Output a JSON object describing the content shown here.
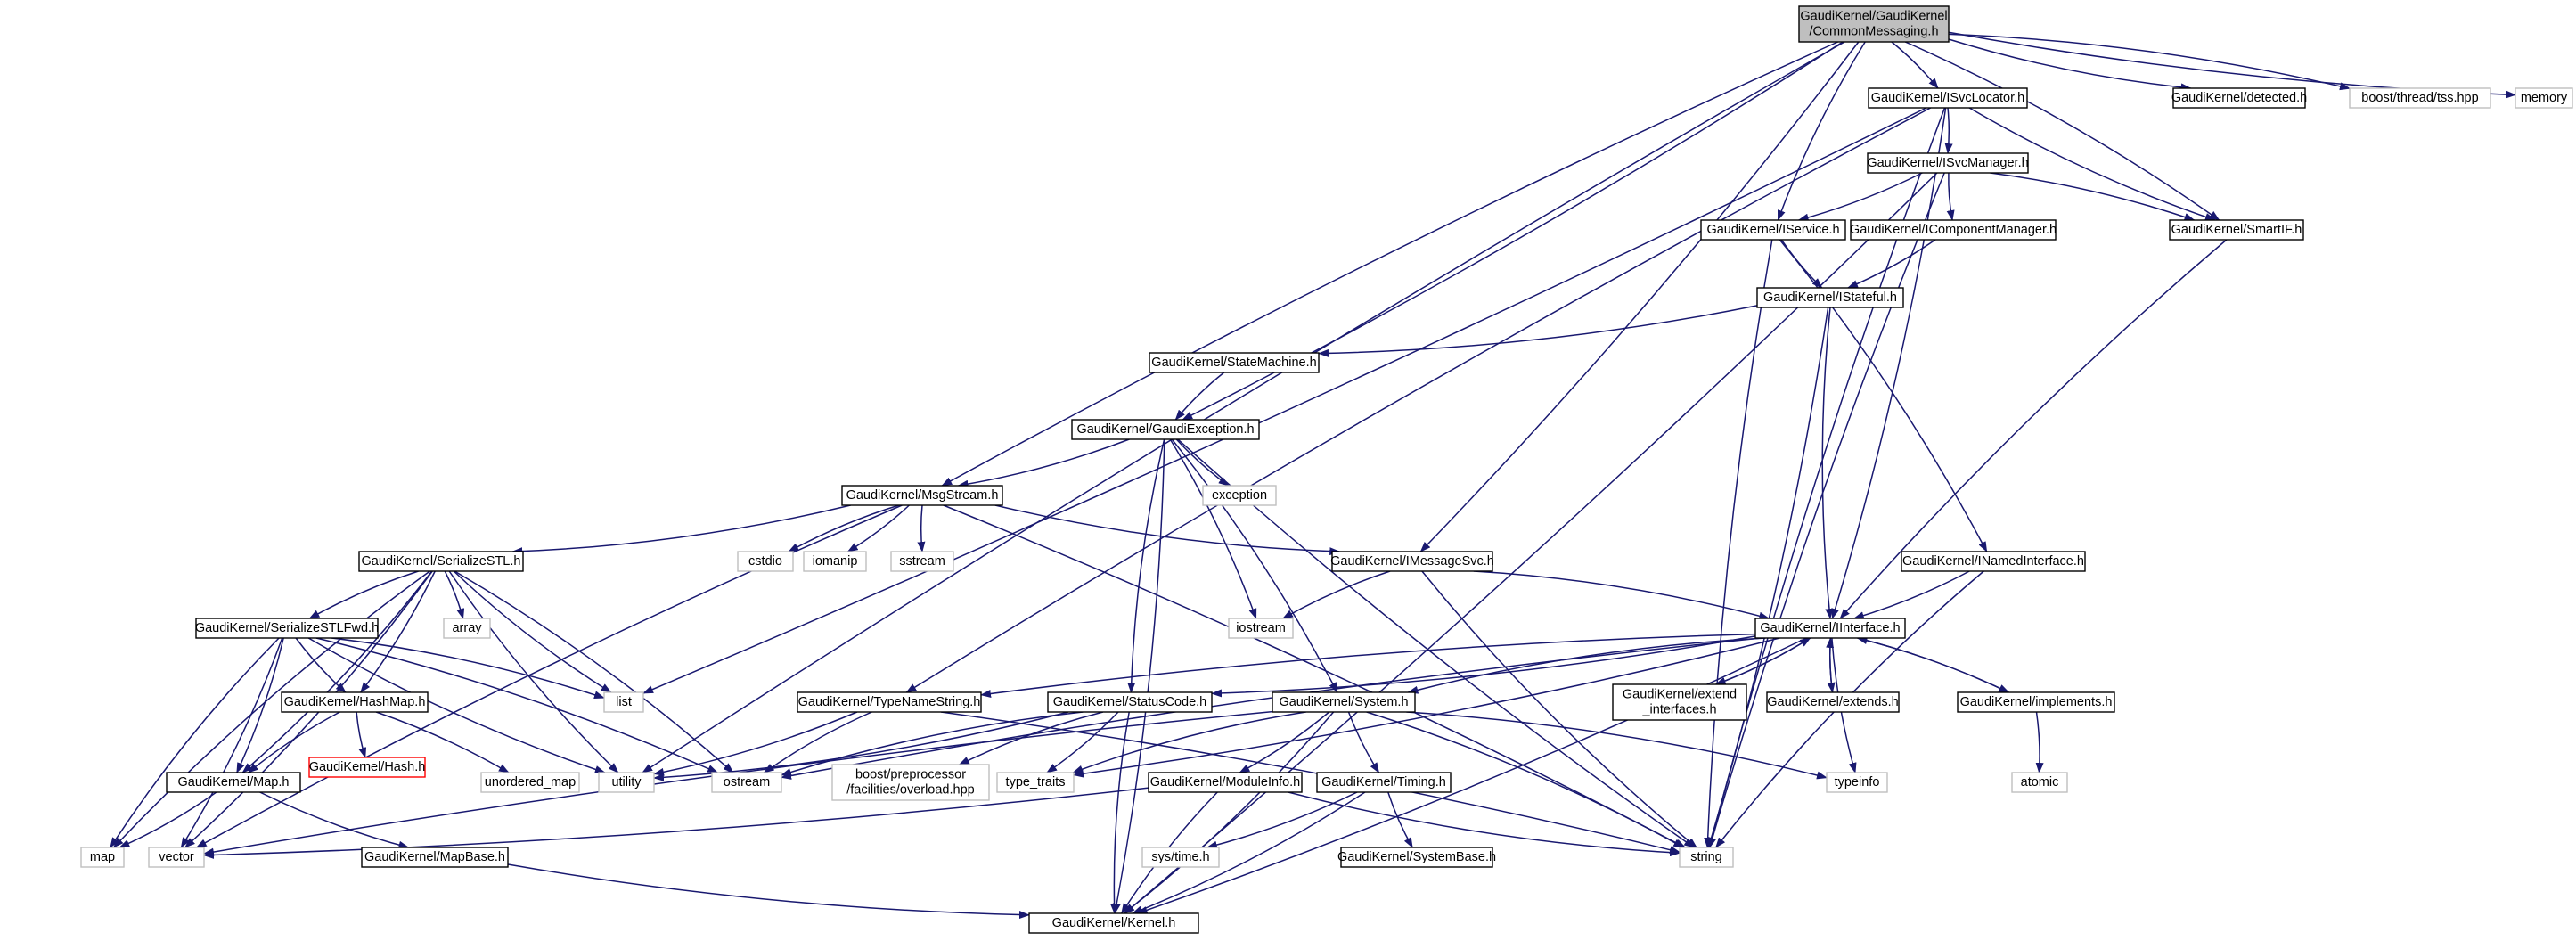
{
  "colors": {
    "background": "#ffffff",
    "edge": "#191970",
    "node_border_header": "#000000",
    "node_border_system": "#bfbfbf",
    "node_border_missing": "#ff0000",
    "root_fill": "#bfbfbf",
    "node_fill": "#ffffff",
    "text": "#000000"
  },
  "nodes": [
    {
      "id": "root",
      "lines": [
        "GaudiKernel/GaudiKernel",
        "/CommonMessaging.h"
      ],
      "kind": "root"
    },
    {
      "id": "isvclocator",
      "lines": [
        "GaudiKernel/ISvcLocator.h"
      ],
      "kind": "header"
    },
    {
      "id": "detected",
      "lines": [
        "GaudiKernel/detected.h"
      ],
      "kind": "header"
    },
    {
      "id": "threadtss",
      "lines": [
        "boost/thread/tss.hpp"
      ],
      "kind": "system"
    },
    {
      "id": "memory",
      "lines": [
        "memory"
      ],
      "kind": "system"
    },
    {
      "id": "isvcmanager",
      "lines": [
        "GaudiKernel/ISvcManager.h"
      ],
      "kind": "header"
    },
    {
      "id": "iservice",
      "lines": [
        "GaudiKernel/IService.h"
      ],
      "kind": "header"
    },
    {
      "id": "icomponentmanager",
      "lines": [
        "GaudiKernel/IComponentManager.h"
      ],
      "kind": "header"
    },
    {
      "id": "smartif",
      "lines": [
        "GaudiKernel/SmartIF.h"
      ],
      "kind": "header"
    },
    {
      "id": "istateful",
      "lines": [
        "GaudiKernel/IStateful.h"
      ],
      "kind": "header"
    },
    {
      "id": "statemachine",
      "lines": [
        "GaudiKernel/StateMachine.h"
      ],
      "kind": "header"
    },
    {
      "id": "gaudiexception",
      "lines": [
        "GaudiKernel/GaudiException.h"
      ],
      "kind": "header"
    },
    {
      "id": "exception",
      "lines": [
        "exception"
      ],
      "kind": "system"
    },
    {
      "id": "msgstream",
      "lines": [
        "GaudiKernel/MsgStream.h"
      ],
      "kind": "header"
    },
    {
      "id": "cstdio",
      "lines": [
        "cstdio"
      ],
      "kind": "system"
    },
    {
      "id": "iomanip",
      "lines": [
        "iomanip"
      ],
      "kind": "system"
    },
    {
      "id": "sstream",
      "lines": [
        "sstream"
      ],
      "kind": "system"
    },
    {
      "id": "serializestl",
      "lines": [
        "GaudiKernel/SerializeSTL.h"
      ],
      "kind": "header"
    },
    {
      "id": "imessagesvc",
      "lines": [
        "GaudiKernel/IMessageSvc.h"
      ],
      "kind": "header"
    },
    {
      "id": "inamedinterface",
      "lines": [
        "GaudiKernel/INamedInterface.h"
      ],
      "kind": "header"
    },
    {
      "id": "array",
      "lines": [
        "array"
      ],
      "kind": "system"
    },
    {
      "id": "serializestlfwd",
      "lines": [
        "GaudiKernel/SerializeSTLFwd.h"
      ],
      "kind": "header"
    },
    {
      "id": "iostream",
      "lines": [
        "iostream"
      ],
      "kind": "system"
    },
    {
      "id": "iinterface",
      "lines": [
        "GaudiKernel/IInterface.h"
      ],
      "kind": "header"
    },
    {
      "id": "list",
      "lines": [
        "list"
      ],
      "kind": "system"
    },
    {
      "id": "hashmap",
      "lines": [
        "GaudiKernel/HashMap.h"
      ],
      "kind": "header"
    },
    {
      "id": "typenamestring",
      "lines": [
        "GaudiKernel/TypeNameString.h"
      ],
      "kind": "header"
    },
    {
      "id": "statuscode",
      "lines": [
        "GaudiKernel/StatusCode.h"
      ],
      "kind": "header"
    },
    {
      "id": "system",
      "lines": [
        "GaudiKernel/System.h"
      ],
      "kind": "header"
    },
    {
      "id": "extend_interfaces",
      "lines": [
        "GaudiKernel/extend",
        "_interfaces.h"
      ],
      "kind": "header"
    },
    {
      "id": "extends",
      "lines": [
        "GaudiKernel/extends.h"
      ],
      "kind": "header"
    },
    {
      "id": "implements",
      "lines": [
        "GaudiKernel/implements.h"
      ],
      "kind": "header"
    },
    {
      "id": "hash",
      "lines": [
        "GaudiKernel/Hash.h"
      ],
      "kind": "missing"
    },
    {
      "id": "unordered_map",
      "lines": [
        "unordered_map"
      ],
      "kind": "system"
    },
    {
      "id": "utility",
      "lines": [
        "utility"
      ],
      "kind": "system"
    },
    {
      "id": "ostream",
      "lines": [
        "ostream"
      ],
      "kind": "system"
    },
    {
      "id": "overload",
      "lines": [
        "boost/preprocessor",
        "/facilities/overload.hpp"
      ],
      "kind": "system"
    },
    {
      "id": "type_traits",
      "lines": [
        "type_traits"
      ],
      "kind": "system"
    },
    {
      "id": "typeinfo",
      "lines": [
        "typeinfo"
      ],
      "kind": "system"
    },
    {
      "id": "atomic",
      "lines": [
        "atomic"
      ],
      "kind": "system"
    },
    {
      "id": "mapheader",
      "lines": [
        "GaudiKernel/Map.h"
      ],
      "kind": "header"
    },
    {
      "id": "moduleinfo",
      "lines": [
        "GaudiKernel/ModuleInfo.h"
      ],
      "kind": "header"
    },
    {
      "id": "timing",
      "lines": [
        "GaudiKernel/Timing.h"
      ],
      "kind": "header"
    },
    {
      "id": "map",
      "lines": [
        "map"
      ],
      "kind": "system"
    },
    {
      "id": "vector",
      "lines": [
        "vector"
      ],
      "kind": "system"
    },
    {
      "id": "mapbase",
      "lines": [
        "GaudiKernel/MapBase.h"
      ],
      "kind": "header"
    },
    {
      "id": "systime",
      "lines": [
        "sys/time.h"
      ],
      "kind": "system"
    },
    {
      "id": "systembase",
      "lines": [
        "GaudiKernel/SystemBase.h"
      ],
      "kind": "header"
    },
    {
      "id": "string",
      "lines": [
        "string"
      ],
      "kind": "system"
    },
    {
      "id": "kernel",
      "lines": [
        "GaudiKernel/Kernel.h"
      ],
      "kind": "header"
    }
  ],
  "edges": [
    [
      "root",
      "isvclocator"
    ],
    [
      "root",
      "detected"
    ],
    [
      "root",
      "threadtss"
    ],
    [
      "root",
      "memory"
    ],
    [
      "root",
      "smartif"
    ],
    [
      "root",
      "iservice"
    ],
    [
      "root",
      "gaudiexception"
    ],
    [
      "root",
      "msgstream"
    ],
    [
      "root",
      "imessagesvc"
    ],
    [
      "root",
      "utility"
    ],
    [
      "isvclocator",
      "isvcmanager"
    ],
    [
      "isvclocator",
      "smartif"
    ],
    [
      "isvclocator",
      "iinterface"
    ],
    [
      "isvclocator",
      "string"
    ],
    [
      "isvclocator",
      "list"
    ],
    [
      "isvclocator",
      "typenamestring"
    ],
    [
      "isvcmanager",
      "iservice"
    ],
    [
      "isvcmanager",
      "icomponentmanager"
    ],
    [
      "isvcmanager",
      "smartif"
    ],
    [
      "isvcmanager",
      "string"
    ],
    [
      "isvcmanager",
      "kernel"
    ],
    [
      "iservice",
      "istateful"
    ],
    [
      "iservice",
      "inamedinterface"
    ],
    [
      "iservice",
      "string"
    ],
    [
      "icomponentmanager",
      "istateful"
    ],
    [
      "smartif",
      "iinterface"
    ],
    [
      "istateful",
      "statemachine"
    ],
    [
      "istateful",
      "iinterface"
    ],
    [
      "istateful",
      "string"
    ],
    [
      "statemachine",
      "gaudiexception"
    ],
    [
      "gaudiexception",
      "msgstream"
    ],
    [
      "gaudiexception",
      "exception"
    ],
    [
      "gaudiexception",
      "iostream"
    ],
    [
      "gaudiexception",
      "statuscode"
    ],
    [
      "gaudiexception",
      "system"
    ],
    [
      "gaudiexception",
      "string"
    ],
    [
      "gaudiexception",
      "kernel"
    ],
    [
      "msgstream",
      "cstdio"
    ],
    [
      "msgstream",
      "iomanip"
    ],
    [
      "msgstream",
      "sstream"
    ],
    [
      "msgstream",
      "serializestl"
    ],
    [
      "msgstream",
      "imessagesvc"
    ],
    [
      "msgstream",
      "string"
    ],
    [
      "msgstream",
      "vector"
    ],
    [
      "serializestl",
      "array"
    ],
    [
      "serializestl",
      "serializestlfwd"
    ],
    [
      "serializestl",
      "hashmap"
    ],
    [
      "serializestl",
      "list"
    ],
    [
      "serializestl",
      "mapheader"
    ],
    [
      "serializestl",
      "map"
    ],
    [
      "serializestl",
      "vector"
    ],
    [
      "serializestl",
      "utility"
    ],
    [
      "serializestl",
      "ostream"
    ],
    [
      "imessagesvc",
      "iostream"
    ],
    [
      "imessagesvc",
      "iinterface"
    ],
    [
      "imessagesvc",
      "string"
    ],
    [
      "inamedinterface",
      "iinterface"
    ],
    [
      "inamedinterface",
      "string"
    ],
    [
      "serializestlfwd",
      "list"
    ],
    [
      "serializestlfwd",
      "hashmap"
    ],
    [
      "serializestlfwd",
      "mapheader"
    ],
    [
      "serializestlfwd",
      "map"
    ],
    [
      "serializestlfwd",
      "vector"
    ],
    [
      "serializestlfwd",
      "utility"
    ],
    [
      "serializestlfwd",
      "ostream"
    ],
    [
      "iinterface",
      "typenamestring"
    ],
    [
      "iinterface",
      "statuscode"
    ],
    [
      "iinterface",
      "system"
    ],
    [
      "iinterface",
      "extend_interfaces"
    ],
    [
      "iinterface",
      "extends"
    ],
    [
      "iinterface",
      "implements"
    ],
    [
      "iinterface",
      "ostream"
    ],
    [
      "iinterface",
      "type_traits"
    ],
    [
      "iinterface",
      "typeinfo"
    ],
    [
      "iinterface",
      "kernel"
    ],
    [
      "extend_interfaces",
      "iinterface"
    ],
    [
      "extends",
      "iinterface"
    ],
    [
      "implements",
      "iinterface"
    ],
    [
      "implements",
      "atomic"
    ],
    [
      "hashmap",
      "hash"
    ],
    [
      "hashmap",
      "unordered_map"
    ],
    [
      "hashmap",
      "mapheader"
    ],
    [
      "typenamestring",
      "string"
    ],
    [
      "typenamestring",
      "ostream"
    ],
    [
      "typenamestring",
      "utility"
    ],
    [
      "statuscode",
      "ostream"
    ],
    [
      "statuscode",
      "utility"
    ],
    [
      "statuscode",
      "overload"
    ],
    [
      "statuscode",
      "type_traits"
    ],
    [
      "statuscode",
      "kernel"
    ],
    [
      "system",
      "moduleinfo"
    ],
    [
      "system",
      "timing"
    ],
    [
      "system",
      "string"
    ],
    [
      "system",
      "vector"
    ],
    [
      "system",
      "typeinfo"
    ],
    [
      "system",
      "type_traits"
    ],
    [
      "system",
      "kernel"
    ],
    [
      "moduleinfo",
      "string"
    ],
    [
      "moduleinfo",
      "vector"
    ],
    [
      "moduleinfo",
      "kernel"
    ],
    [
      "timing",
      "systime"
    ],
    [
      "timing",
      "systembase"
    ],
    [
      "timing",
      "kernel"
    ],
    [
      "mapheader",
      "mapbase"
    ],
    [
      "mapheader",
      "map"
    ],
    [
      "mapbase",
      "kernel"
    ]
  ]
}
